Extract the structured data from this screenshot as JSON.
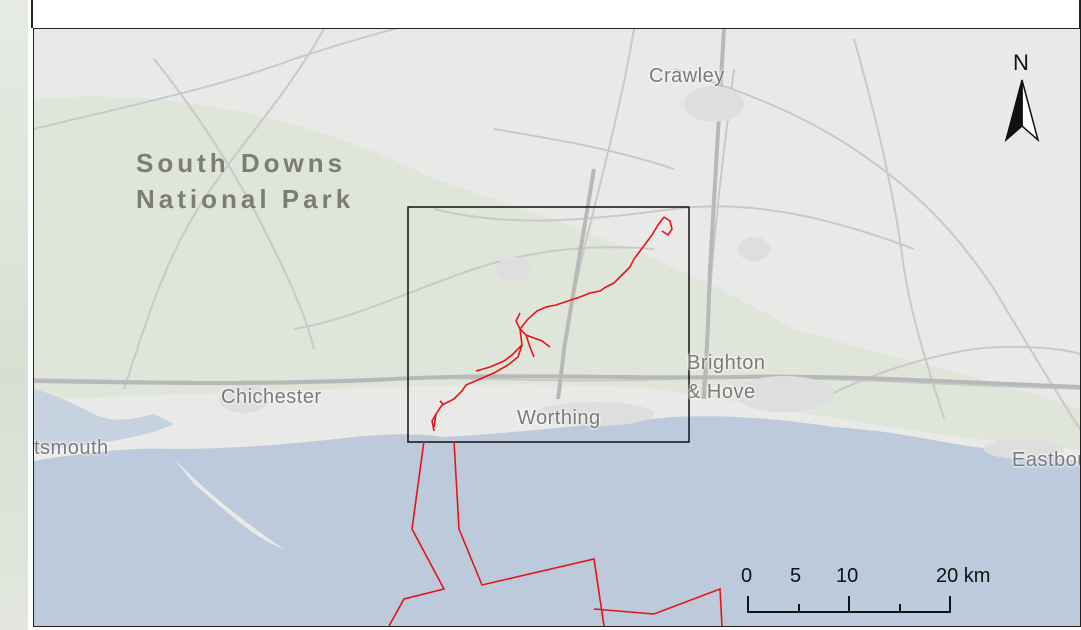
{
  "map": {
    "park_label_line1": "South Downs",
    "park_label_line2": "National Park",
    "places": {
      "crawley": "Crawley",
      "chichester": "Chichester",
      "portsmouth": "tsmouth",
      "worthing": "Worthing",
      "brighton_line1": "Brighton",
      "brighton_line2": "& Hove",
      "eastbourne": "Eastbou"
    },
    "north_arrow": {
      "letter": "N",
      "icon": "north-arrow-icon"
    },
    "scale": {
      "ticks": [
        "0",
        "5",
        "10",
        "20 km"
      ]
    },
    "colors": {
      "land": "#e9e9e7",
      "sea": "#bccadb",
      "park_land": "#dde4d8",
      "route": "#e8131a",
      "roads": "#c8c8c8",
      "study_box": "#111111"
    }
  }
}
